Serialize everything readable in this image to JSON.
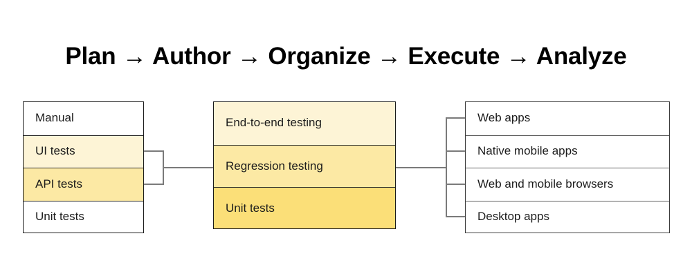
{
  "diagram": {
    "title": "Plan → Author → Organize → Execute → Analyze",
    "background_color": "#ffffff",
    "connector_color": "#7a7a7a",
    "palette": {
      "white": "#ffffff",
      "cream_light": "#fdf4d6",
      "yellow_medium": "#fce9a4",
      "yellow_dark": "#fbdf78"
    },
    "columns": {
      "left": {
        "name": "test-approach-column",
        "cells": [
          {
            "label": "Manual",
            "fill": "#ffffff"
          },
          {
            "label": "UI tests",
            "fill": "#fdf4d6"
          },
          {
            "label": "API tests",
            "fill": "#fce9a4"
          },
          {
            "label": "Unit tests",
            "fill": "#ffffff"
          }
        ]
      },
      "middle": {
        "name": "test-type-column",
        "cells": [
          {
            "label": "End-to-end testing",
            "fill": "#fdf4d6"
          },
          {
            "label": "Regression testing",
            "fill": "#fce9a4"
          },
          {
            "label": "Unit tests",
            "fill": "#fbdf78"
          }
        ]
      },
      "right": {
        "name": "target-platform-column",
        "cells": [
          {
            "label": "Web apps",
            "fill": "#ffffff"
          },
          {
            "label": "Native mobile apps",
            "fill": "#ffffff"
          },
          {
            "label": "Web and mobile browsers",
            "fill": "#ffffff"
          },
          {
            "label": "Desktop apps",
            "fill": "#ffffff"
          }
        ]
      }
    }
  }
}
